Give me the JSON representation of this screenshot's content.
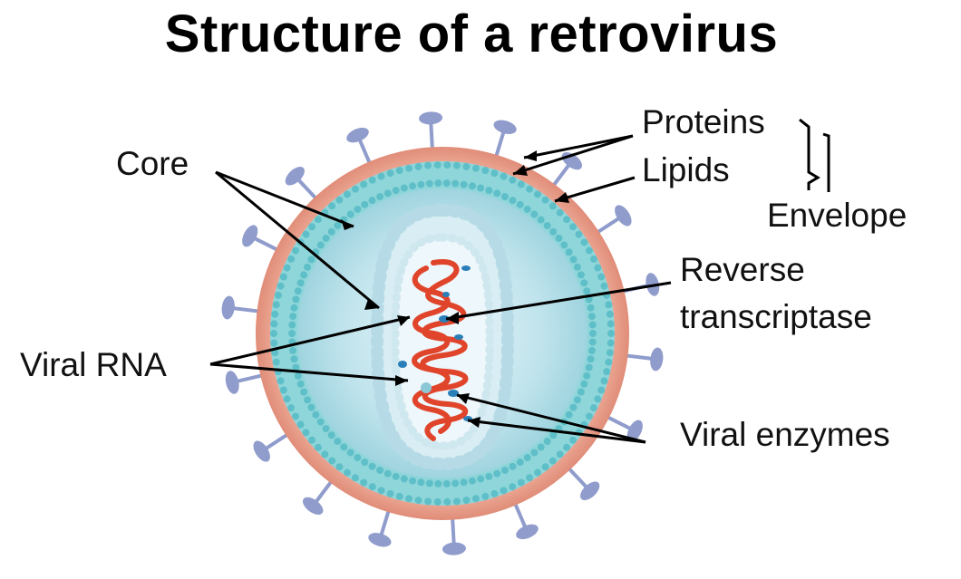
{
  "title": "Structure of a retrovirus",
  "labels": {
    "proteins": "Proteins",
    "lipids": "Lipids",
    "envelope": "Envelope",
    "core": "Core",
    "reverse_transcriptase_line1": "Reverse",
    "reverse_transcriptase_line2": "transcriptase",
    "viral_rna": "Viral RNA",
    "viral_enzymes": "Viral enzymes"
  },
  "colors": {
    "envelope_outer": "#e9a08c",
    "lipid_layer": "#7fd0d6",
    "capsid_fill": "#c9e7ef",
    "core_fill": "#e4f2f8",
    "rna": "#e0452b",
    "protein_spike": "#8f9ccc",
    "enzyme": "#2a7fb8"
  }
}
